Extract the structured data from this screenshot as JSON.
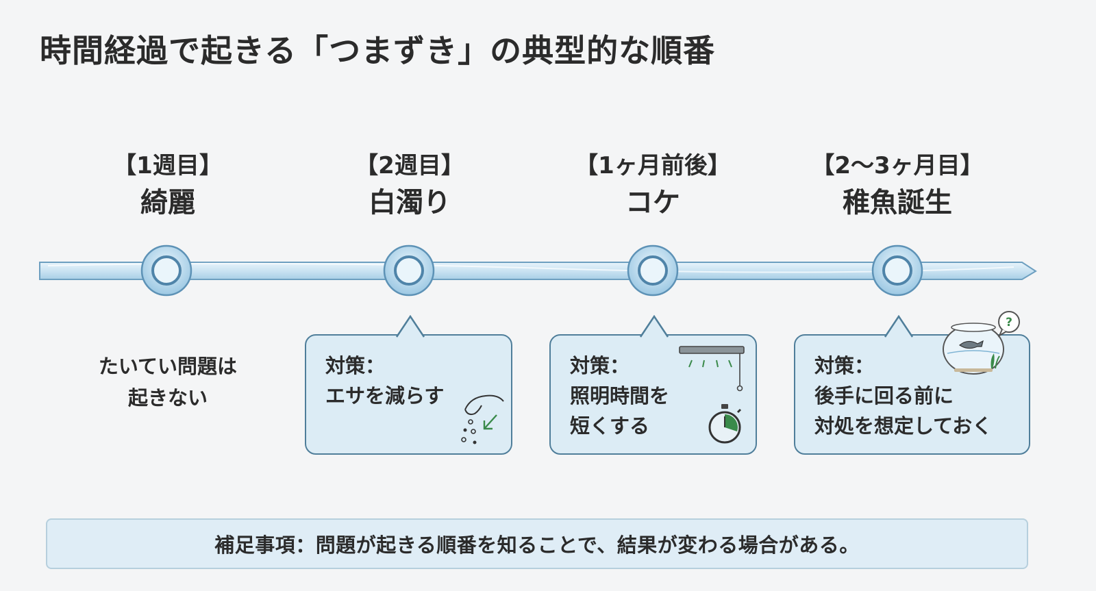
{
  "title": "時間経過で起きる「つまずき」の典型的な順番",
  "stages": [
    {
      "when": "【1週目】",
      "what": "綺麗"
    },
    {
      "when": "【2週目】",
      "what": "白濁り"
    },
    {
      "when": "【1ヶ月前後】",
      "what": "コケ"
    },
    {
      "when": "【2〜3ヶ月目】",
      "what": "稚魚誕生"
    }
  ],
  "notes": {
    "week1": "たいてい問題は\n起きない",
    "week2": "対策：\nエサを減らす",
    "month1": "対策：\n照明時間を\n短くする",
    "month23": "対策：\n後手に回る前に\n対処を想定しておく"
  },
  "bubble_mark": "?",
  "footer": "補足事項：問題が起きる順番を知ることで、結果が変わる場合がある。",
  "colors": {
    "box_fill": "#dcecf5",
    "box_border": "#4f7e9a",
    "timeline": "#bcdcef",
    "footer_fill": "#dfedf6"
  }
}
